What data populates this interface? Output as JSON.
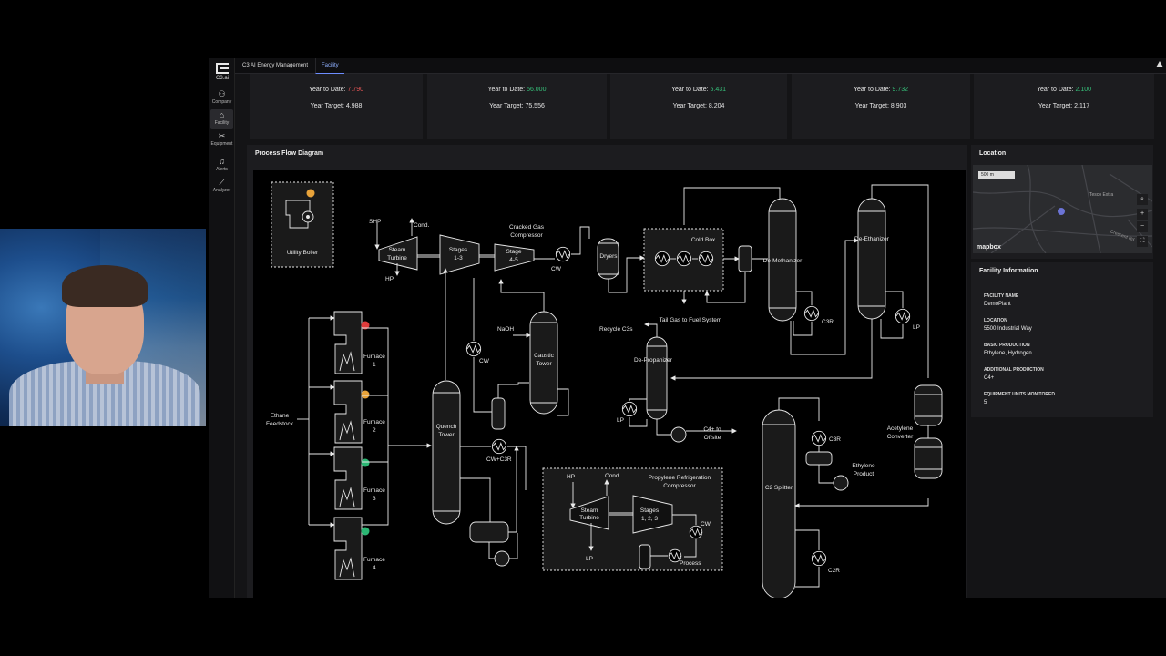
{
  "sidebar": {
    "logo_text": "C3.ai",
    "items": [
      {
        "label": "Company",
        "icon": "company-icon"
      },
      {
        "label": "Facility",
        "icon": "home-icon",
        "active": true
      },
      {
        "label": "Equipment",
        "icon": "tools-icon"
      },
      {
        "label": "Alerts",
        "icon": "bell-icon"
      },
      {
        "label": "Analyzer",
        "icon": "chart-line-icon"
      }
    ]
  },
  "topbar": {
    "app_title": "C3 AI Energy Management",
    "active_tab": "Facility"
  },
  "kpis": [
    {
      "ytd_label": "Year to Date:",
      "ytd_value": "7.790",
      "ytd_color": "#e05555",
      "target": "Year Target: 4.988"
    },
    {
      "ytd_label": "Year to Date:",
      "ytd_value": "56.000",
      "ytd_color": "#36c07a",
      "target": "Year Target: 75.556"
    },
    {
      "ytd_label": "Year to Date:",
      "ytd_value": "5.431",
      "ytd_color": "#36c07a",
      "target": "Year Target: 8.204"
    },
    {
      "ytd_label": "Year to Date:",
      "ytd_value": "9.732",
      "ytd_color": "#36c07a",
      "target": "Year Target: 8.903"
    },
    {
      "ytd_label": "Year to Date:",
      "ytd_value": "2.100",
      "ytd_color": "#36c07a",
      "target": "Year Target: 2.117"
    }
  ],
  "pfd": {
    "title": "Process Flow Diagram",
    "labels": {
      "utility_boiler": "Utility Boiler",
      "shp": "SHP",
      "cond": "Cond.",
      "hp": "HP",
      "steam_turbine_1": "Steam",
      "steam_turbine_2": "Turbine",
      "stages13_1": "Stages",
      "stages13_2": "1-3",
      "stage45_1": "Stage",
      "stage45_2": "4-5",
      "cgc_1": "Cracked Gas",
      "cgc_2": "Compressor",
      "cw": "CW",
      "dryers": "Dryers",
      "cold_box": "Cold Box",
      "demethanizer": "De-Methanizer",
      "deethanizer": "De-Ethanizer",
      "c3r": "C3R",
      "lp": "LP",
      "tail_gas": "Tail Gas to Fuel System",
      "naoh": "NaOH",
      "caustic_1": "Caustic",
      "caustic_2": "Tower",
      "recycle_c3s": "Recycle C3s",
      "depropanizer": "De-Propanizer",
      "c4_1": "C4+ to",
      "c4_2": "Offsite",
      "quench_1": "Quench",
      "quench_2": "Tower",
      "cw_c3r": "CW+C3R",
      "ethane_1": "Ethane",
      "ethane_2": "Feedstock",
      "furnace": "Furnace",
      "f1": "1",
      "f2": "2",
      "f3": "3",
      "f4": "4",
      "prc_1": "Propylene Refrigeration",
      "prc_2": "Compressor",
      "stages123_1": "Stages",
      "stages123_2": "1, 2, 3",
      "process": "Process",
      "c2_splitter": "C2 Splitter",
      "acetylene_1": "Acetylene",
      "acetylene_2": "Converter",
      "ethylene_1": "Ethylene",
      "ethylene_2": "Product",
      "c2r": "C2R"
    },
    "status_colors": {
      "boiler": "#e8a33a",
      "furnace1": "#e03b3b",
      "furnace2": "#e8a33a",
      "furnace3": "#2bb673",
      "furnace4": "#2bb673"
    }
  },
  "location": {
    "title": "Location",
    "scale": "500 m",
    "place": "Tesco Extra",
    "road": "Crescent Rd",
    "attribution": "mapbox",
    "controls": [
      "search-icon",
      "+",
      "−",
      "fullscreen-icon"
    ]
  },
  "facility_info": {
    "title": "Facility Information",
    "fields": [
      {
        "key": "FACILITY NAME",
        "value": "DemoPlant"
      },
      {
        "key": "LOCATION",
        "value": "5500 Industrial Way"
      },
      {
        "key": "BASIC PRODUCTION",
        "value": "Ethylene, Hydrogen"
      },
      {
        "key": "ADDITIONAL PRODUCTION",
        "value": "C4+"
      },
      {
        "key": "EQUIPMENT UNITS MONITORED",
        "value": "5"
      }
    ]
  }
}
